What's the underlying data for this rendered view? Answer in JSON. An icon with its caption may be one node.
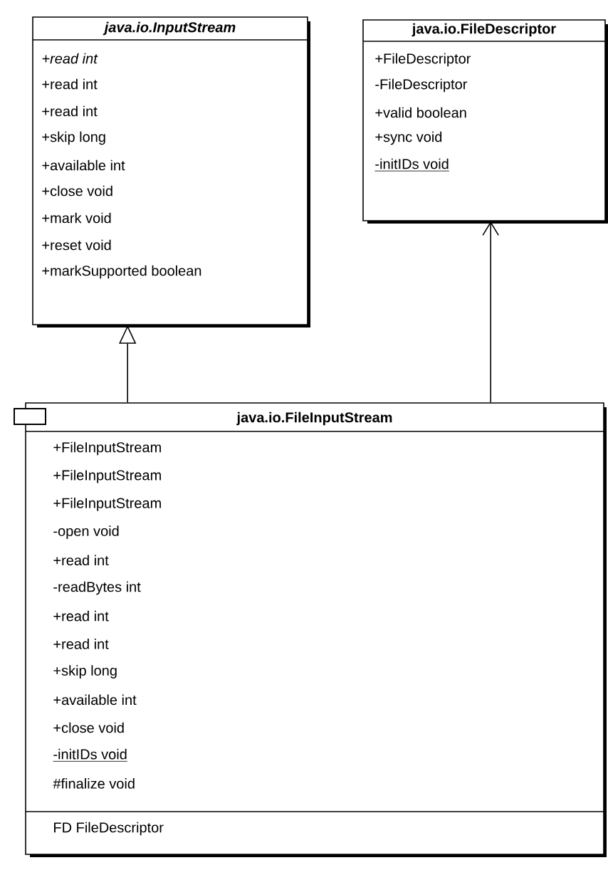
{
  "diagram": {
    "nodes": [
      {
        "text": [
          "java.io.InputStream",
          "+read int",
          "+read int",
          "+read int",
          "+skip long",
          "+available int",
          "+close void",
          "+mark void",
          "+reset void",
          "+markSupported boolean"
        ]
      },
      {
        "text": [
          "java.io.FileDescriptor",
          "+FileDescriptor",
          "-FileDescriptor",
          "+valid boolean",
          "+sync void",
          "-initIDs void"
        ]
      },
      {
        "text": [
          "java.io.FileInputStream",
          "+FileInputStream",
          "+FileInputStream",
          "+FileInputStream",
          "-open void",
          "+read int",
          "-readBytes int",
          "+read int",
          "+read int",
          "+skip long",
          "+available int",
          "+close void",
          "-initIDs void",
          "#finalize void",
          "FD FileDescriptor"
        ]
      }
    ],
    "edges": [
      {
        "from": 2,
        "to": 0,
        "arrow": "to"
      },
      {
        "from": 2,
        "to": 1,
        "arrow": "to"
      }
    ]
  }
}
